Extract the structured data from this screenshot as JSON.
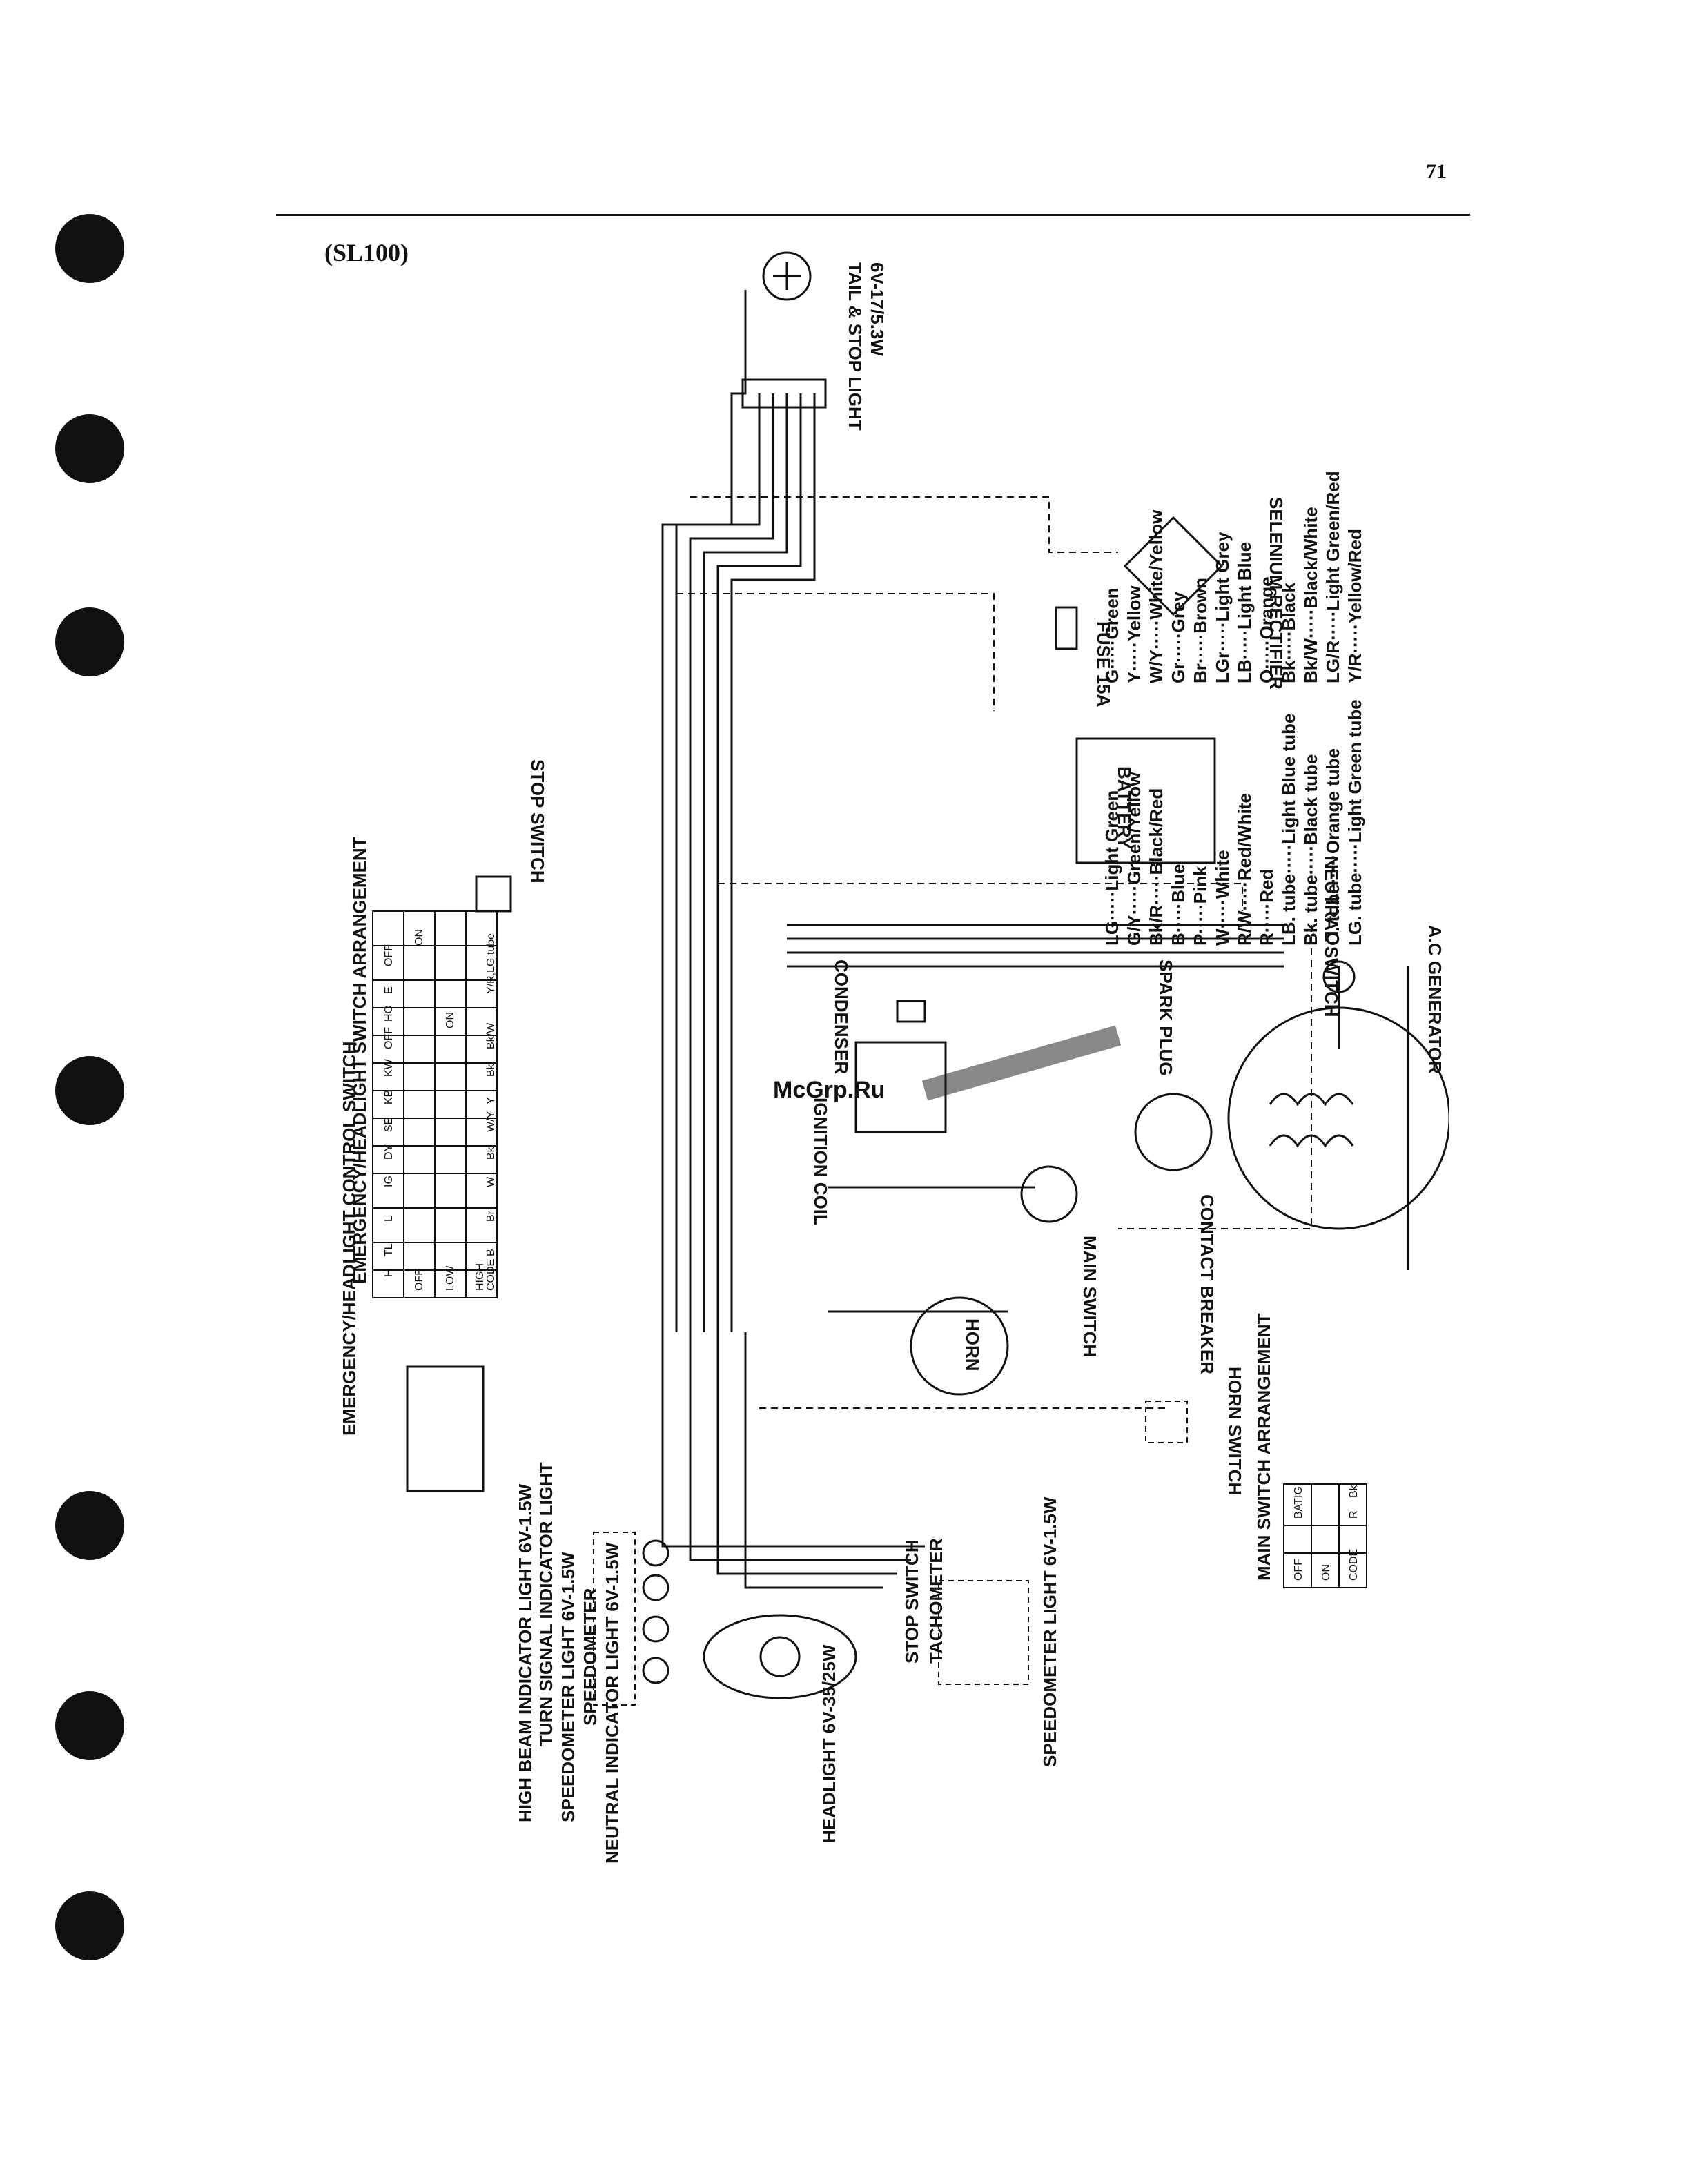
{
  "page": {
    "number": "71",
    "model": "(SL100)"
  },
  "components": {
    "tail_light": "TAIL & STOP LIGHT",
    "tail_light_rating": "6V-17/5.3W",
    "selenium_rectifier": "SELENIUM RECTIFIER",
    "fuse": "FUSE 15A",
    "battery": "BATTERY",
    "stop_switch_top": "STOP SWITCH",
    "neutral_switch": "NEUTRAL SWITCH",
    "ac_generator": "A.C GENERATOR",
    "spark_plug": "SPARK PLUG",
    "condenser": "CONDENSER",
    "ignition_coil": "IGNITION COIL",
    "contact_breaker": "CONTACT BREAKER",
    "main_switch": "MAIN SWITCH",
    "horn": "HORN",
    "horn_switch": "HORN SWITCH",
    "control_switch": "EMERGENCY/HEADLIGHT CONTROL SWITCH",
    "high_beam": "HIGH BEAM INDICATOR LIGHT 6V-1.5W",
    "turn_signal": "TURN SIGNAL INDICATOR LIGHT",
    "speedometer_light": "SPEEDOMETER LIGHT 6V-1.5W",
    "speedometer": "SPEEDOMETER",
    "neutral_indicator": "NEUTRAL INDICATOR LIGHT 6V-1.5W",
    "headlight": "HEADLIGHT 6V-35/25W",
    "stop_switch_bottom": "STOP SWITCH",
    "tachometer": "TACHOMETER",
    "speedometer_light2": "SPEEDOMETER LIGHT 6V-1.5W",
    "main_switch_arrangement": "MAIN SWITCH ARRANGEMENT",
    "emergency_arrangement": "EMERGENCY/HEADLIGHT SWITCH ARRANGEMENT"
  },
  "legend_left": [
    "G·····Green",
    "Y·····Yellow",
    "W/Y·····White/Yellow",
    "Gr·····Grey",
    "Br·····Brown",
    "LGr·····Light Grey",
    "LB·····Light Blue",
    "O·····Orange",
    "Bk·····Black",
    "Bk/W·····Black/White",
    "LG/R·····Light Green/Red",
    "Y/R·····Yellow/Red"
  ],
  "legend_right": [
    "LG·····Light Green",
    "G/Y·····Green/Yellow",
    "Bk/R·····Black/Red",
    "B·····Blue",
    "P·····Pink",
    "W·····White",
    "R/W·····Red/White",
    "R·····Red",
    "LB. tube·····Light Blue tube",
    "Bk. tube·····Black tube",
    "O. tube·····Orange tube",
    "LG. tube·····Light Green tube"
  ],
  "emergency_table": {
    "headers": [
      "H",
      "TL",
      "L",
      "IG",
      "DY",
      "SE",
      "KB",
      "KW",
      "OFF",
      "HO",
      "E",
      "OFF"
    ],
    "rows": [
      [
        "OFF",
        "",
        "",
        "",
        "",
        "",
        "",
        "",
        "",
        "",
        "",
        "ON"
      ],
      [
        "LOW",
        "",
        "",
        "",
        "",
        "",
        "",
        "",
        "ON",
        "",
        "",
        ""
      ],
      [
        "HIGH",
        "",
        "",
        "",
        "",
        "",
        "",
        "",
        "",
        "",
        "",
        ""
      ],
      [
        "CODE",
        "B",
        "Br",
        "W",
        "Bk",
        "W/Y",
        "Y",
        "Bk",
        "Bk/W",
        "",
        "Y/R,LG tube",
        ""
      ]
    ]
  },
  "main_switch_table": {
    "headers": [
      "",
      "BAT",
      "IG"
    ],
    "rows": [
      [
        "OFF",
        "",
        ""
      ],
      [
        "ON",
        "",
        ""
      ],
      [
        "CODE",
        "R",
        "Bk"
      ]
    ]
  },
  "watermark": "McGrp.Ru"
}
